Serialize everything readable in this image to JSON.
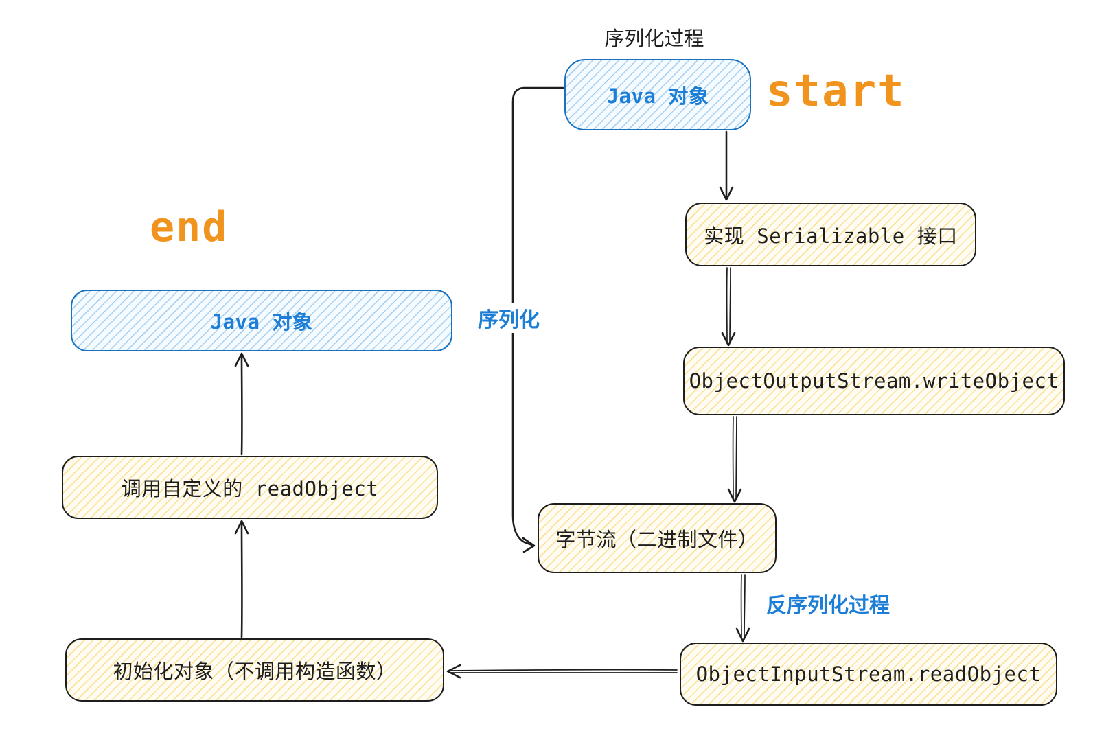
{
  "diagram": {
    "title": "序列化过程",
    "start_label": "start",
    "end_label": "end",
    "nodes": {
      "java_top": "Java 对象",
      "serializable": "实现 Serializable 接口",
      "write_object": "ObjectOutputStream.writeObject",
      "byte_stream": "字节流（二进制文件）",
      "read_object": "ObjectInputStream.readObject",
      "init_object": "初始化对象（不调用构造函数）",
      "custom_read": "调用自定义的 readObject",
      "java_end": "Java 对象"
    },
    "edge_labels": {
      "serialize": "序列化",
      "deserialize": "反序列化过程"
    },
    "colors": {
      "blue_stroke": "#1971c2",
      "blue_text": "#1c7ed6",
      "yellow_fill": "#fffdf3",
      "yellow_hatch": "#f7c948",
      "box_stroke": "#1e1e1e",
      "orange": "#f0941e",
      "background": "#ffffff"
    }
  }
}
